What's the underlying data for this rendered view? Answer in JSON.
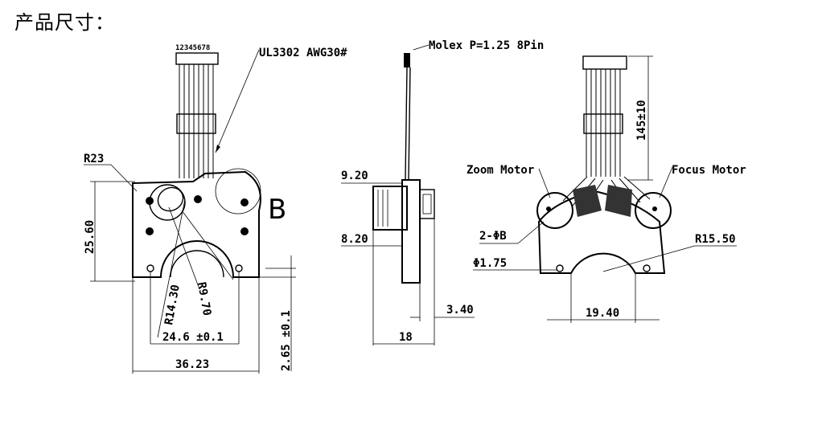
{
  "title": "产品尺寸：",
  "labels": {
    "pin_numbers": "12345678",
    "cable_spec": "UL3302 AWG30#",
    "connector_spec": "Molex P=1.25 8Pin",
    "radius_23": "R23",
    "height_25_60": "25.60",
    "view_letter": "B",
    "radius_14_30": "R14.30",
    "radius_9_70": "R9.70",
    "hole_spacing": "24.6 ±0.1",
    "overall_width": "36.23",
    "offset_2_65": "2.65 ±0.1",
    "side_9_20": "9.20",
    "side_8_20": "8.20",
    "side_3_40": "3.40",
    "side_18": "18",
    "zoom_motor": "Zoom Motor",
    "focus_motor": "Focus Motor",
    "cable_length": "145±10",
    "motor_dia": "2-ΦB",
    "mount_hole": "Φ1.75",
    "radius_15_50": "R15.50",
    "inner_width": "19.40"
  }
}
